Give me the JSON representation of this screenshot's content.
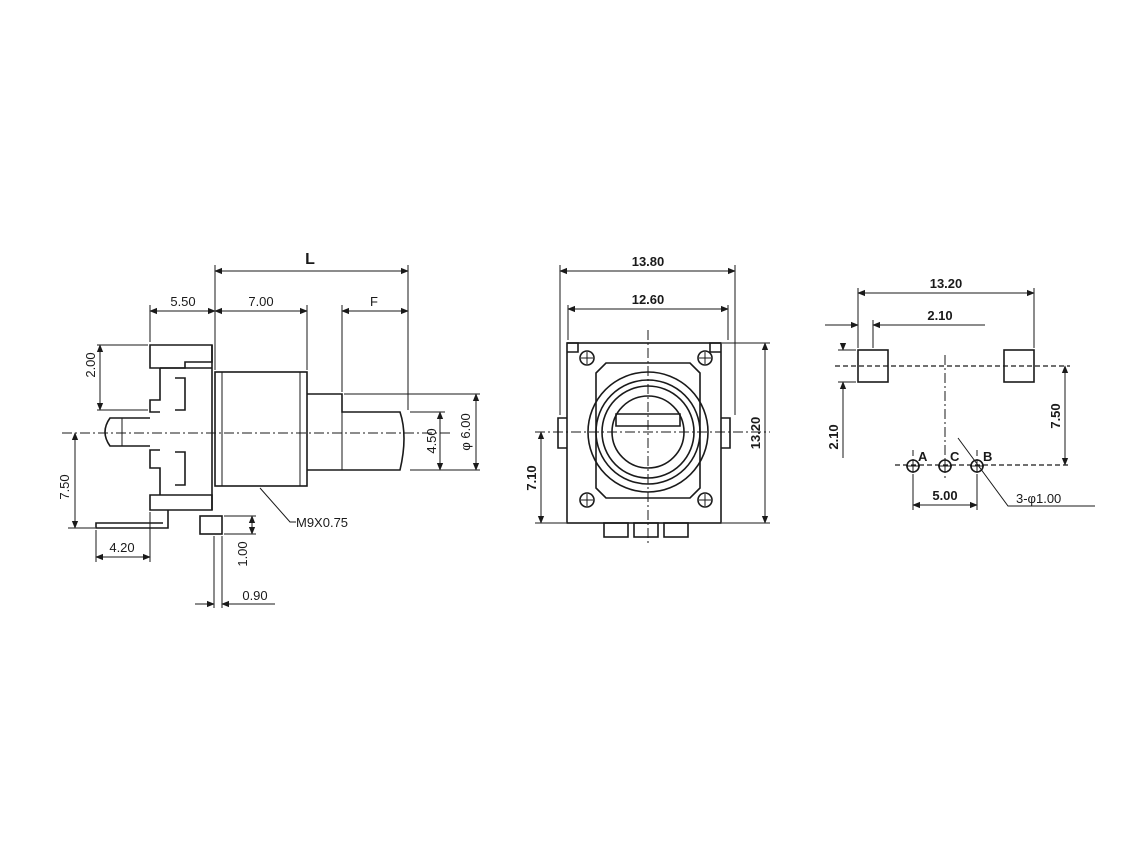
{
  "side_view": {
    "dim_L": "L",
    "dim_5_50": "5.50",
    "dim_7_00": "7.00",
    "dim_F": "F",
    "dim_2_00": "2.00",
    "dim_7_50": "7.50",
    "dim_4_50": "4.50",
    "dim_dia_6_00": "φ 6.00",
    "thread": "M9X0.75",
    "dim_4_20": "4.20",
    "dim_1_00": "1.00",
    "dim_0_90": "0.90"
  },
  "front_view": {
    "dim_13_80": "13.80",
    "dim_12_60": "12.60",
    "dim_13_20": "13.20",
    "dim_7_10": "7.10"
  },
  "footprint": {
    "dim_13_20": "13.20",
    "dim_2_10_h": "2.10",
    "dim_2_10_v": "2.10",
    "dim_7_50": "7.50",
    "dim_5_00": "5.00",
    "pin_a": "A",
    "pin_c": "C",
    "pin_b": "B",
    "holes": "3-φ1.00"
  }
}
